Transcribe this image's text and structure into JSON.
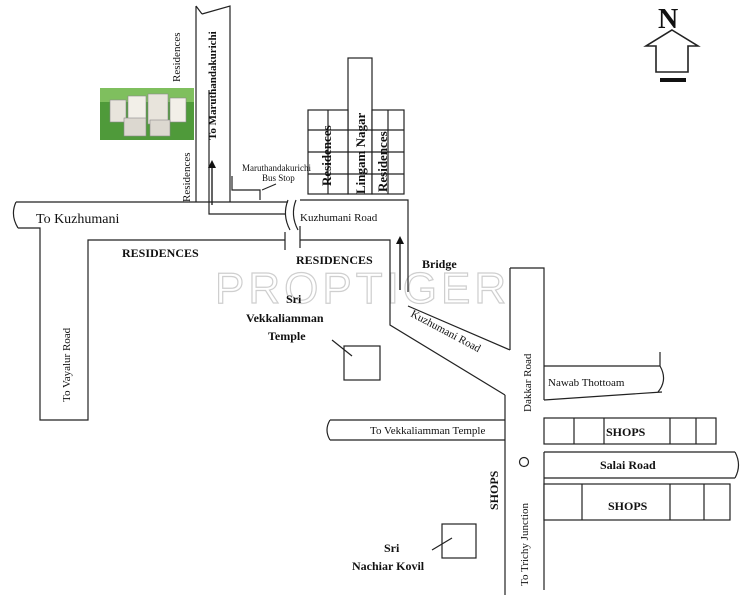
{
  "roads": {
    "kuzhumani_west": "To Kuzhumani",
    "vayalur": "To Vayalur Road",
    "maruthandakurichi": "To Maruthandakurichi",
    "kuzhumani_road_top": "Kuzhumani Road",
    "kuzhumani_road_diag": "Kuzhumani Road",
    "dakkar": "Dakkar Road",
    "nawab": "Nawab Thottoam",
    "vekkaliamman_road": "To Vekkaliamman Temple",
    "salai": "Salai Road",
    "trichy": "To Trichy Junction"
  },
  "areas": {
    "residences_left": "RESIDENCES",
    "residences_mid": "RESIDENCES",
    "residences_v1": "Residences",
    "residences_v2": "Residences",
    "residences_b1": "Residences",
    "lingam_nagar": "Lingam Nagar",
    "residences_b2": "Residences",
    "shops_top": "SHOPS",
    "shops_bottom": "SHOPS",
    "shops_vertical": "SHOPS"
  },
  "landmarks": {
    "bus_stop_l1": "Maruthandakurichi",
    "bus_stop_l2": "Bus Stop",
    "bridge": "Bridge",
    "temple_l1": "Sri",
    "temple_l2": "Vekkaliamman",
    "temple_l3": "Temple",
    "kovil_l1": "Sri",
    "kovil_l2": "Nachiar Kovil"
  },
  "north": {
    "letter": "N"
  },
  "watermark": "PROPTIGER",
  "colors": {
    "ink": "#222222",
    "project_green": "#4f9a3a",
    "watermark": "#cfcfcf"
  },
  "icons": [
    "north-arrow-icon",
    "project-thumbnail-icon",
    "roundabout-icon",
    "direction-arrow-icon"
  ]
}
